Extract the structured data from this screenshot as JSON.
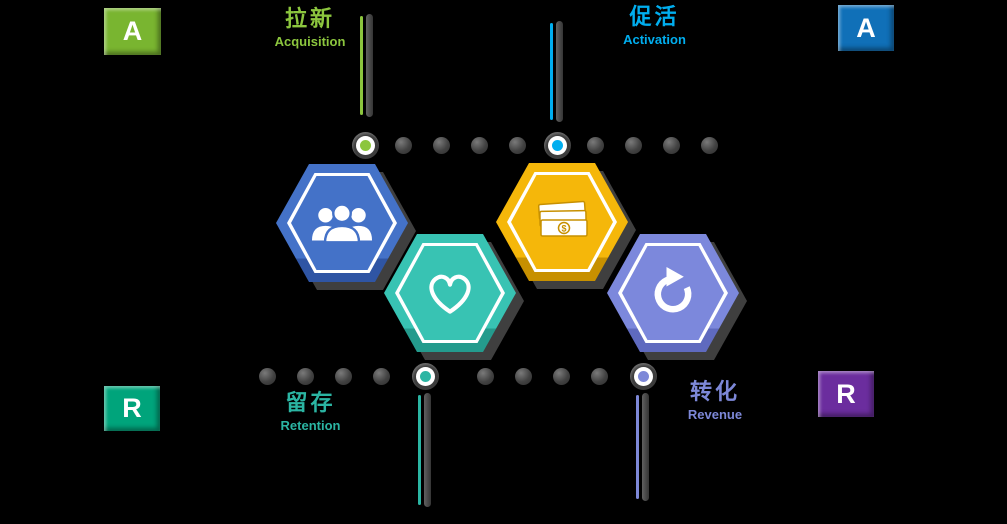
{
  "title": "AARRR growth funnel diagram",
  "colors": {
    "bg": "#000000",
    "acquisition": "#8CC63E",
    "activation": "#00AEEF",
    "retention": "#2BB5A3",
    "revenue": "#7D88D8",
    "badge-green": "#79B530",
    "badge-blue": "#1070B8",
    "badge-teal": "#00A47B",
    "badge-purple": "#6B2D9E",
    "hex-users": "#4472C8",
    "hex-users-dark": "#2F55A4",
    "hex-money": "#F5B70A",
    "hex-money-dark": "#C79000",
    "hex-heart": "#38C3B3",
    "hex-heart-dark": "#249B8D",
    "hex-refresh": "#7C88DC",
    "hex-refresh-dark": "#5F6ABF",
    "shadow": "#3F3F3F"
  },
  "badges": {
    "acquisition": {
      "letter": "A"
    },
    "activation": {
      "letter": "A"
    },
    "retention": {
      "letter": "R"
    },
    "revenue": {
      "letter": "R"
    }
  },
  "stages": {
    "acquisition": {
      "zh": "拉新",
      "en": "Acquisition"
    },
    "activation": {
      "zh": "促活",
      "en": "Activation"
    },
    "retention": {
      "zh": "留存",
      "en": "Retention"
    },
    "revenue": {
      "zh": "转化",
      "en": "Revenue"
    }
  },
  "icons": {
    "users": "users-icon",
    "money": "banknotes-icon",
    "heart": "heart-icon",
    "refresh": "refresh-arrow-icon"
  }
}
